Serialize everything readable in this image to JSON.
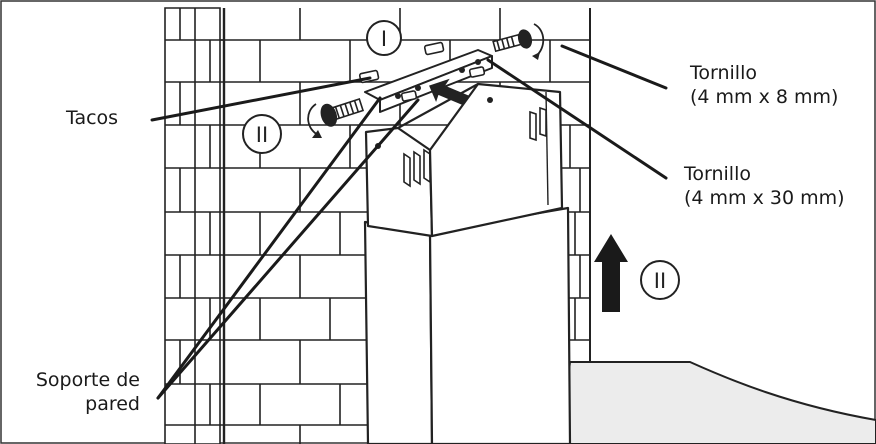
{
  "callouts": {
    "screw_small": {
      "line1": "Tornillo",
      "line2": "(4 mm x 8 mm)"
    },
    "screw_large": {
      "line1": "Tornillo",
      "line2": "(4 mm x 30 mm)"
    },
    "plugs": "Tacos",
    "wall_bracket": {
      "line1": "Soporte de",
      "line2": "pared"
    }
  },
  "step_markers": {
    "step_1": "I",
    "step_2_left": "II",
    "step_2_right": "II"
  },
  "colors": {
    "ink": "#1a1a1a",
    "background": "#ffffff",
    "floor": "#ededed",
    "chimney": "#ffffff"
  }
}
